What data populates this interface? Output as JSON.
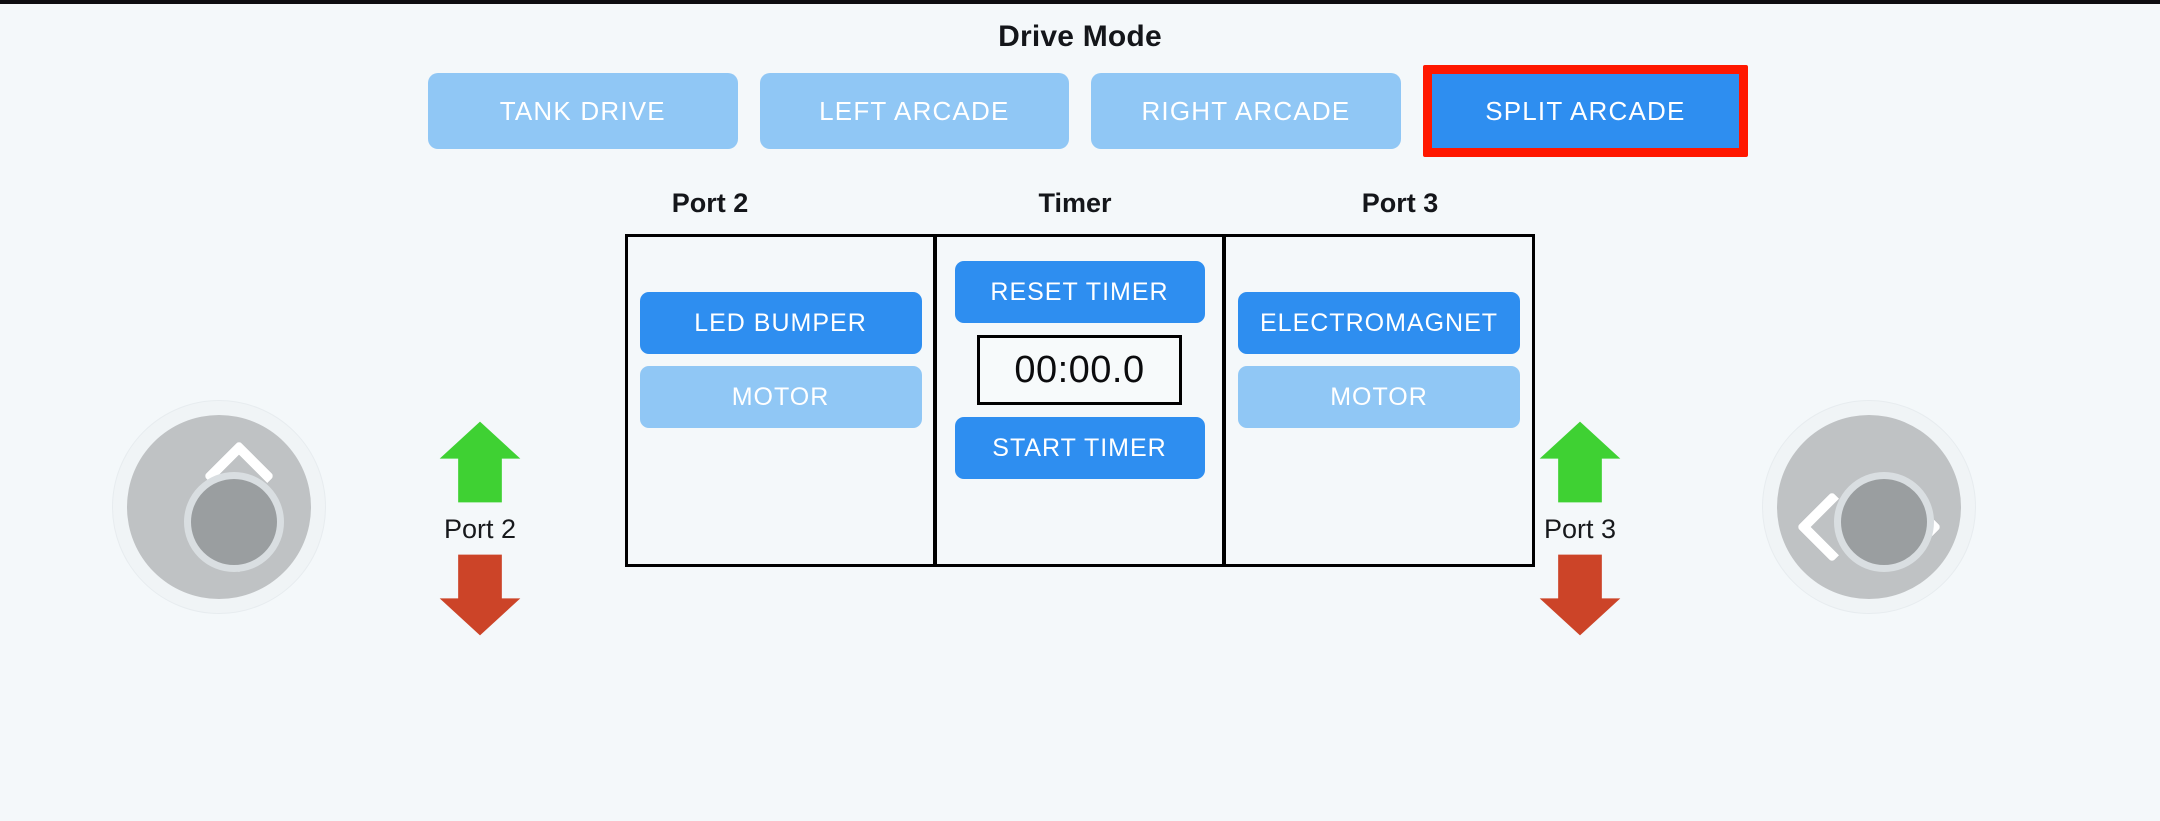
{
  "page": {
    "background_color": "#f4f8fa",
    "title": "Drive Mode"
  },
  "drive_mode": {
    "title": "Drive Mode",
    "active_index": 3,
    "active_highlight_color": "#ff1800",
    "active_button_color": "#2e8ef0",
    "inactive_button_color": "#90c7f5",
    "buttons": [
      {
        "label": "TANK DRIVE",
        "active": false
      },
      {
        "label": "LEFT ARCADE",
        "active": false
      },
      {
        "label": "RIGHT ARCADE",
        "active": false
      },
      {
        "label": "SPLIT ARCADE",
        "active": true
      }
    ]
  },
  "columns": {
    "port2": {
      "label": "Port 2",
      "buttons": [
        {
          "label": "LED BUMPER",
          "style": "primary",
          "color": "#2e8ef0"
        },
        {
          "label": "MOTOR",
          "style": "secondary",
          "color": "#90c7f5"
        }
      ]
    },
    "timer": {
      "label": "Timer",
      "reset_label": "RESET TIMER",
      "start_label": "START TIMER",
      "display_value": "00:00.0"
    },
    "port3": {
      "label": "Port 3",
      "buttons": [
        {
          "label": "ELECTROMAGNET",
          "style": "primary",
          "color": "#2e8ef0"
        },
        {
          "label": "MOTOR",
          "style": "secondary",
          "color": "#90c7f5"
        }
      ]
    }
  },
  "controls": {
    "left_joystick": {
      "name": "vertical-joystick",
      "axis": "vertical",
      "up_icon": "chevron-up-icon",
      "down_icon": "chevron-down-icon"
    },
    "right_joystick": {
      "name": "horizontal-joystick",
      "axis": "horizontal",
      "left_icon": "chevron-left-icon",
      "right_icon": "chevron-right-icon"
    },
    "port2_arrows": {
      "label": "Port 2",
      "up_icon": "arrow-up-icon",
      "down_icon": "arrow-down-icon",
      "up_color": "#3fd133",
      "down_color": "#cc4428"
    },
    "port3_arrows": {
      "label": "Port 3",
      "up_icon": "arrow-up-icon",
      "down_icon": "arrow-down-icon",
      "up_color": "#3fd133",
      "down_color": "#cc4428"
    }
  }
}
